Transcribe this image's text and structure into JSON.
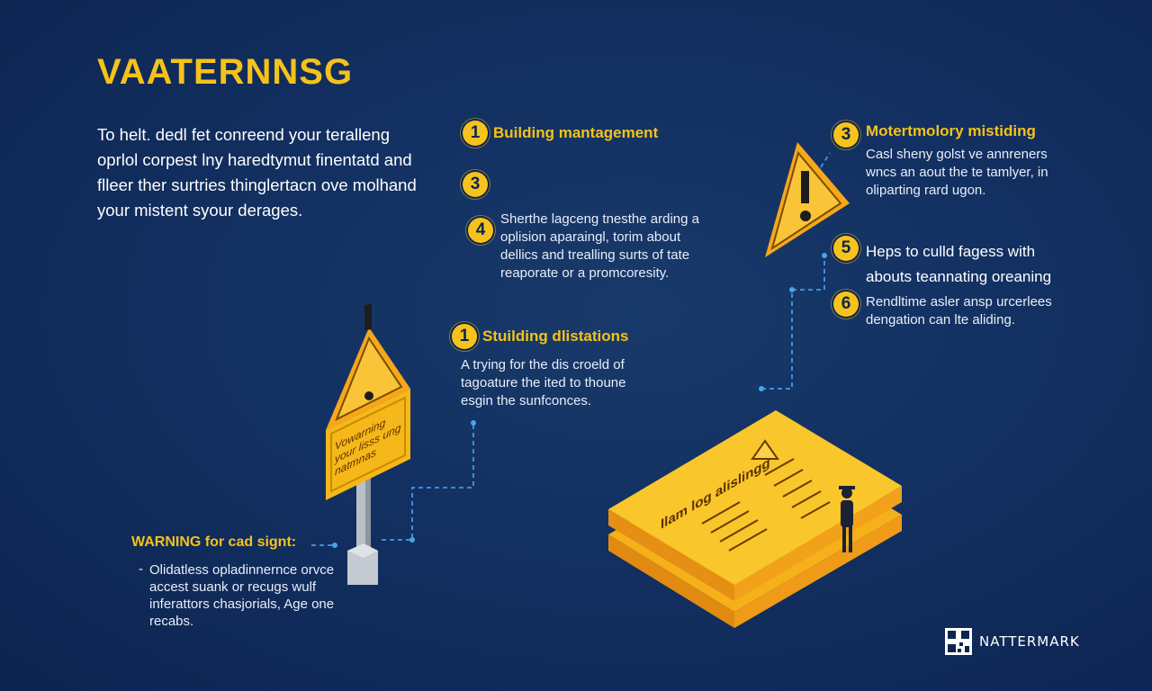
{
  "title": "VAATERNNSG",
  "intro": "To helt. dedl fet conreend your teralleng oprlol corpest lny haredtymut finentatd and flleer ther surtries thinglertacn ove molhand your mistent syour derages.",
  "steps": [
    {
      "number": "1",
      "heading": "Building mantagement"
    },
    {
      "number": "3",
      "heading": ""
    },
    {
      "number": "4",
      "text": "Sherthe lagceng tnesthe arding a oplision aparaingl, torim about dellics and trealling surts of tate reaporate or a promcoresity."
    },
    {
      "number": "1",
      "heading": "Stuilding dlistations",
      "text": "A trying for the dis croeld of tagoature the ited to thoune esgin the sunfconces."
    },
    {
      "number": "3",
      "heading": "Motertmolory mistiding",
      "text": "Casl sheny golst ve annreners wncs an aout the te tamlyer, in oliparting rard ugon."
    },
    {
      "number": "5",
      "heading": "Heps to culld fagess with",
      "subheading": "abouts teannating oreaning"
    },
    {
      "number": "6",
      "text": "Rendltime asler ansp urcerlees dengation can lte aliding."
    }
  ],
  "caption": {
    "heading": "WARNING for cad signt:",
    "bullet": "-",
    "text": "Olidatless opladinnernce orvce accest suank or recugs wulf inferattors chasjorials, Age one recabs."
  },
  "sign_text": "Vowarning your lisss ung natmnas",
  "board": {
    "title": "Ilam log alislingg"
  },
  "watermark": "NATTERMARK",
  "colors": {
    "background": "#123061",
    "accent": "#f4c21a",
    "text": "#ffffff"
  }
}
